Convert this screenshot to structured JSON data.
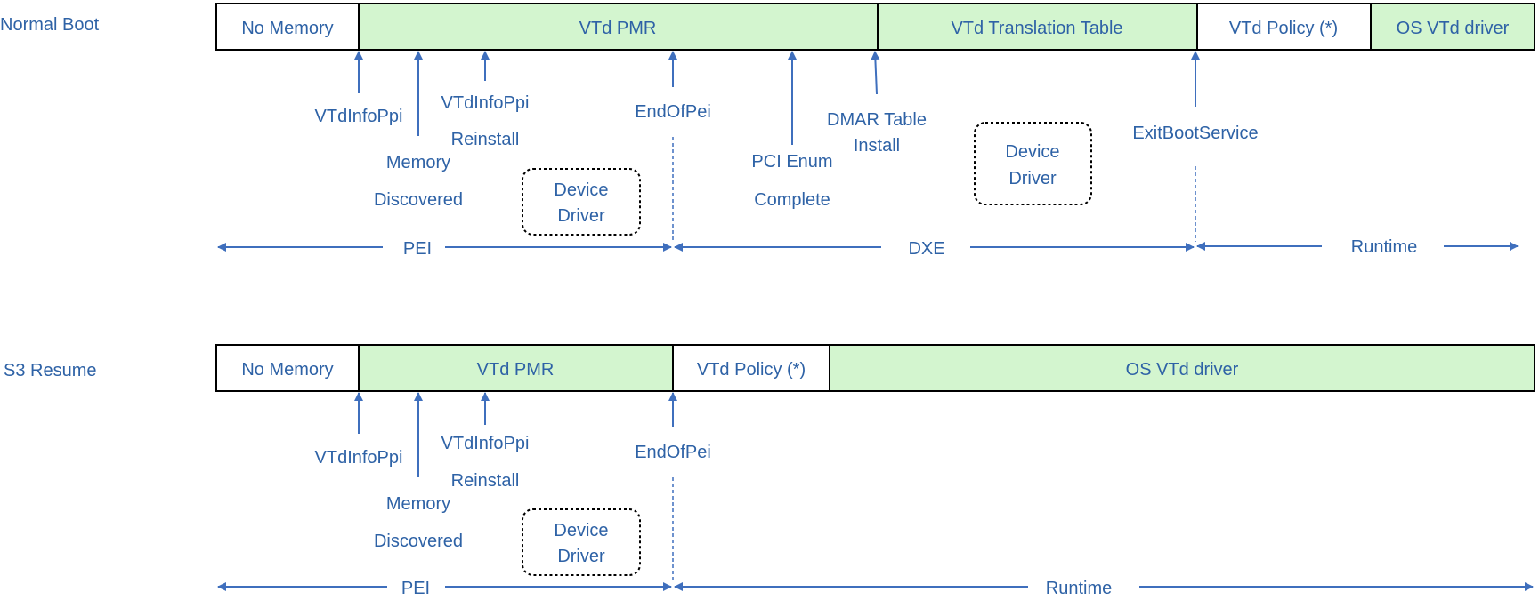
{
  "colors": {
    "accent_text": "#2e62a6",
    "arrow": "#3f6fbd",
    "green_fill": "#d3f5cf",
    "border": "#000000"
  },
  "normal_boot": {
    "title": "Normal Boot",
    "segments": [
      {
        "label": "No Memory",
        "fill": "white"
      },
      {
        "label": "VTd PMR",
        "fill": "green"
      },
      {
        "label": "VTd Translation Table",
        "fill": "green"
      },
      {
        "label": "VTd Policy (*)",
        "fill": "white"
      },
      {
        "label": "OS VTd driver",
        "fill": "green"
      }
    ],
    "events": {
      "vtdinfoppi": "VTdInfoPpi",
      "memory": "Memory",
      "discovered": "Discovered",
      "vtdinfoppi_reinstall_1": "VTdInfoPpi",
      "vtdinfoppi_reinstall_2": "Reinstall",
      "endofpei": "EndOfPei",
      "pci_enum_1": "PCI Enum",
      "pci_enum_2": "Complete",
      "dmar_1": "DMAR Table",
      "dmar_2": "Install",
      "exitbootservice": "ExitBootService"
    },
    "device_driver_boxes": [
      {
        "line1": "Device",
        "line2": "Driver"
      },
      {
        "line1": "Device",
        "line2": "Driver"
      }
    ],
    "phases": {
      "pei": "PEI",
      "dxe": "DXE",
      "runtime": "Runtime"
    }
  },
  "s3_resume": {
    "title": "S3 Resume",
    "segments": [
      {
        "label": "No Memory",
        "fill": "white"
      },
      {
        "label": "VTd PMR",
        "fill": "green"
      },
      {
        "label": "VTd Policy (*)",
        "fill": "white"
      },
      {
        "label": "OS VTd driver",
        "fill": "green"
      }
    ],
    "events": {
      "vtdinfoppi": "VTdInfoPpi",
      "memory": "Memory",
      "discovered": "Discovered",
      "vtdinfoppi_reinstall_1": "VTdInfoPpi",
      "vtdinfoppi_reinstall_2": "Reinstall",
      "endofpei": "EndOfPei"
    },
    "device_driver_box": {
      "line1": "Device",
      "line2": "Driver"
    },
    "phases": {
      "pei": "PEI",
      "runtime": "Runtime"
    }
  }
}
